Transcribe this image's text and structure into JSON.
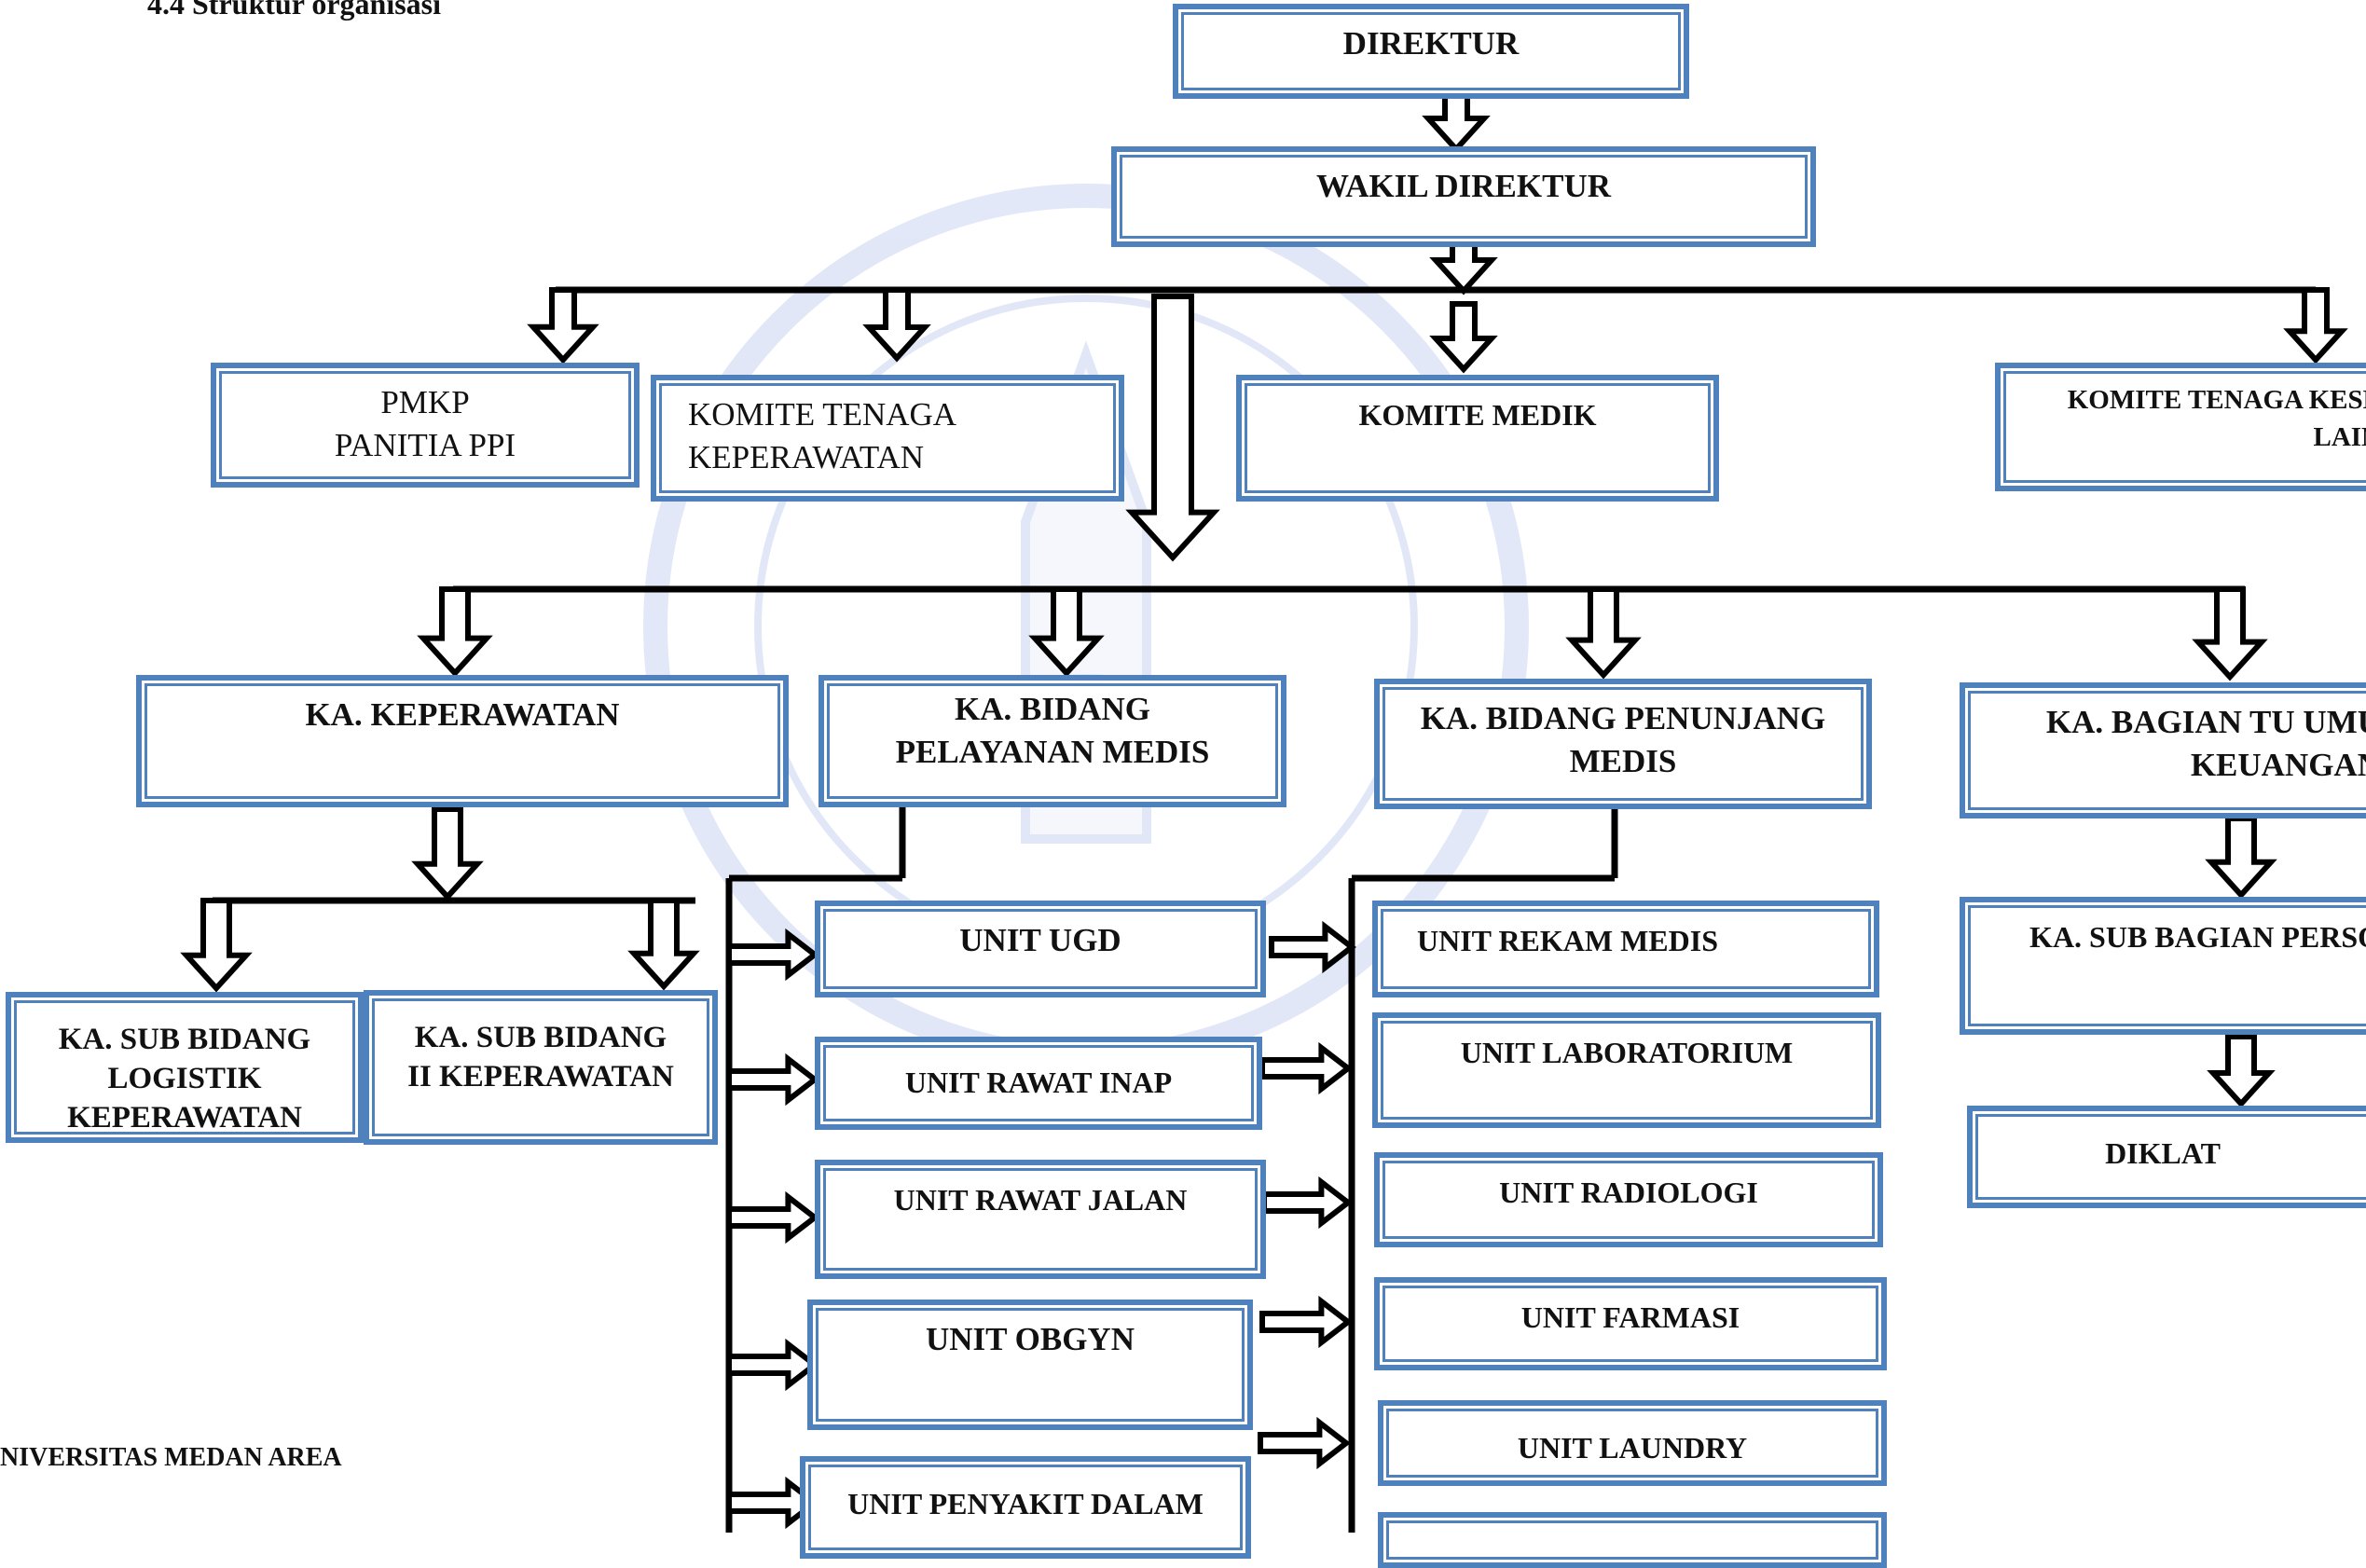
{
  "heading": "4.4 Struktur organisasi",
  "footer": "NIVERSITAS MEDAN AREA",
  "watermark": {
    "color": "#4f6fd8"
  },
  "colors": {
    "box_border": "#4f81bd",
    "line": "#000000"
  },
  "boxes": {
    "direktur": [
      "DIREKTUR"
    ],
    "wakil": [
      "WAKIL DIREKTUR"
    ],
    "pmkp": [
      "PMKP",
      "PANITIA PPI"
    ],
    "komite_tenaga_kep": [
      "KOMITE TENAGA",
      "KEPERAWATAN"
    ],
    "komite_medik": [
      "KOMITE MEDIK"
    ],
    "komite_tenaga_kes": [
      "KOMITE TENAGA KESE",
      "LAIN"
    ],
    "ka_keperawatan": [
      "KA. KEPERAWATAN"
    ],
    "ka_pelayanan_medis": [
      "KA. BIDANG",
      "PELAYANAN MEDIS"
    ],
    "ka_penunjang_medis": [
      "KA. BIDANG PENUNJANG",
      "MEDIS"
    ],
    "ka_tu": [
      "KA. BAGIAN TU UMU",
      "KEUANGAN"
    ],
    "sub_logistik": [
      "KA. SUB BIDANG",
      "LOGISTIK",
      "KEPERAWATAN"
    ],
    "sub_keperawatan": [
      "KA. SUB BIDANG",
      "II KEPERAWATAN"
    ],
    "unit_ugd": [
      "UNIT UGD"
    ],
    "unit_rawat_inap": [
      "UNIT RAWAT INAP"
    ],
    "unit_rawat_jalan": [
      "UNIT RAWAT JALAN"
    ],
    "unit_obgyn": [
      "UNIT OBGYN"
    ],
    "unit_penyakit_dalam": [
      "UNIT PENYAKIT DALAM"
    ],
    "unit_rekam_medis": [
      "UNIT REKAM MEDIS"
    ],
    "unit_laboratorium": [
      "UNIT LABORATORIUM"
    ],
    "unit_radiologi": [
      "UNIT RADIOLOGI"
    ],
    "unit_farmasi": [
      "UNIT FARMASI"
    ],
    "unit_laundry": [
      "UNIT LAUNDRY"
    ],
    "sub_personalia": [
      "KA. SUB BAGIAN PERSO"
    ],
    "diklat": [
      "DIKLAT"
    ]
  }
}
